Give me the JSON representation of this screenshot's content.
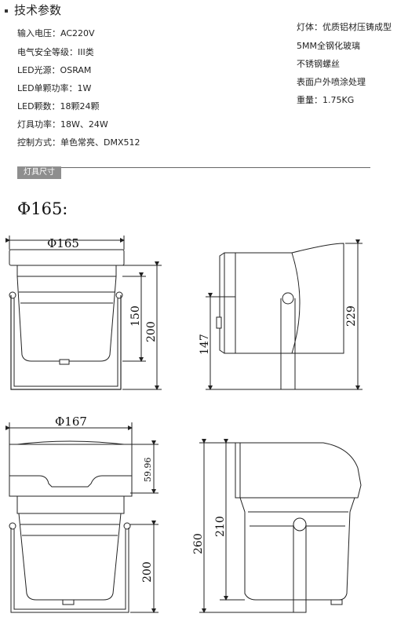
{
  "section_title": "技术参数",
  "specs_left": [
    "输入电压：AC220V",
    "电气安全等级：III类",
    "LED光源：OSRAM",
    "LED单颗功率：1W",
    "LED颗数：18颗24颗",
    "灯具功率：18W、24W",
    "控制方式：单色常亮、DMX512"
  ],
  "specs_right": [
    "灯体：优质铝材压铸成型",
    "5MM全钢化玻璃",
    "不锈钢螺丝",
    "表面户外喷涂处理",
    "重量：1.75KG"
  ],
  "size_label": "灯具尺寸",
  "size_heading": "Φ165:",
  "dims": {
    "d165": "Φ165",
    "d167": "Φ167",
    "h150": "150",
    "h200a": "200",
    "h147": "147",
    "h229": "229",
    "h5996": "59.96",
    "h200b": "200",
    "h260": "260",
    "h210": "210"
  }
}
